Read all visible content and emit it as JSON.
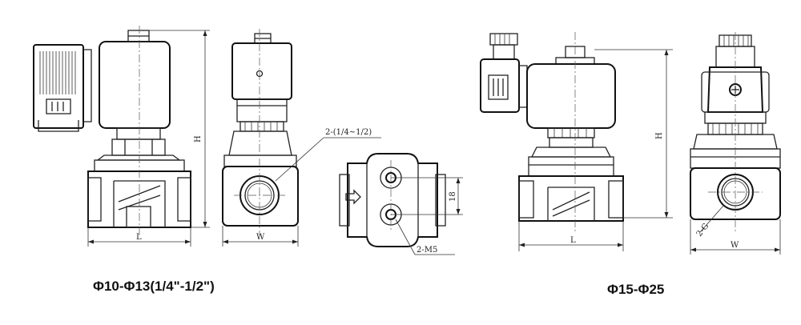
{
  "dimensions": {
    "length": "L",
    "width": "W",
    "height": "H",
    "port_thread_note": "2-(1/4~1/2)",
    "mount_holes": "2-M5",
    "hole_spacing": "18",
    "port_g": "2-G"
  },
  "captions": {
    "left_group": "Φ10-Φ13(1/4\"-1/2\")",
    "right_group": "Φ15-Φ25"
  }
}
